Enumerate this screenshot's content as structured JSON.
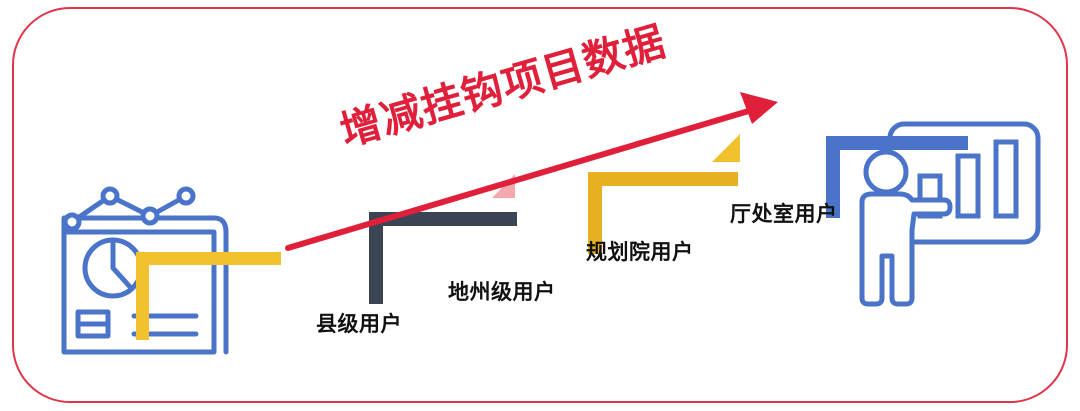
{
  "headline": "增减挂钩项目数据",
  "users": [
    {
      "label": "县级用户"
    },
    {
      "label": "地州级用户"
    },
    {
      "label": "规划院用户"
    },
    {
      "label": "厅处室用户"
    }
  ],
  "icons": {
    "left": "data-report-icon",
    "right": "presenter-chart-icon"
  },
  "colors": {
    "frame": "#e0344a",
    "arrow": "#e0203a",
    "yellow": "#f2c12e",
    "dark": "#3b4455",
    "blue": "#4a74c9",
    "pink": "#f4a7ad"
  }
}
